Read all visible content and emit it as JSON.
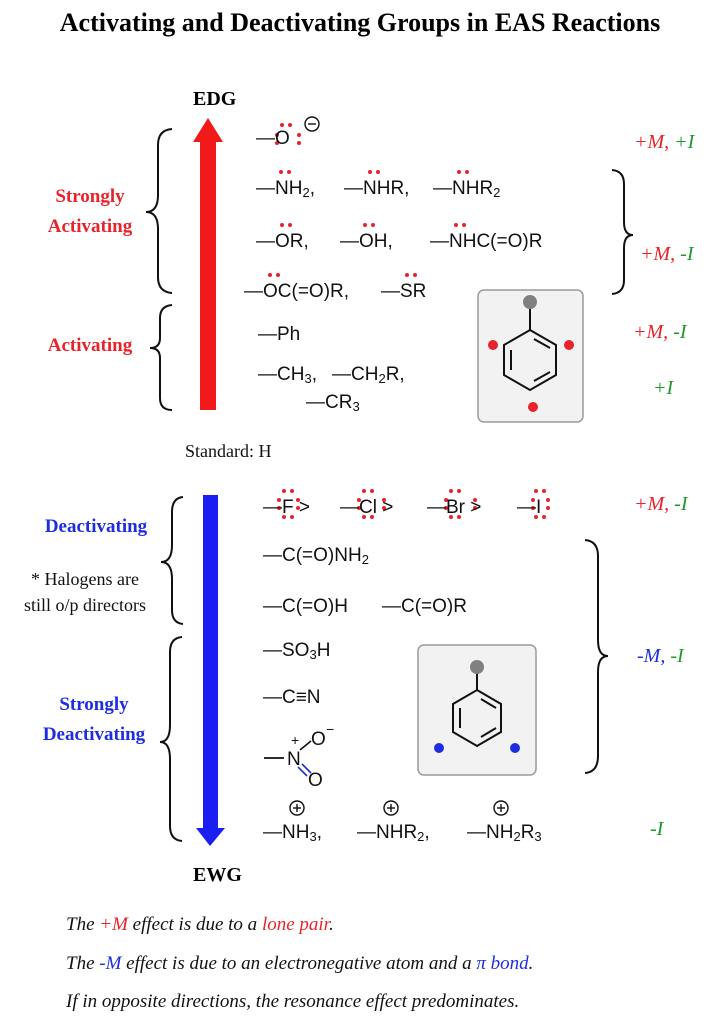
{
  "title": "Activating and Deactivating Groups in EAS Reactions",
  "axis": {
    "top": "EDG",
    "bottom": "EWG"
  },
  "standard": "Standard: H",
  "categories": {
    "strongly_activating": [
      "Strongly",
      "Activating"
    ],
    "activating": "Activating",
    "deactivating": "Deactivating",
    "halogen_note": [
      "* Halogens are",
      "still o/p directors"
    ],
    "strongly_deactivating": [
      "Strongly",
      "Deactivating"
    ]
  },
  "groups": {
    "oxide": "—O",
    "nh2": "—NH",
    "nhr": "—NHR,",
    "nhr2": "—NHR",
    "or": "—OR,",
    "oh": "—OH,",
    "nhcor": "—NHC(=O)R",
    "ocor": "—OC(=O)R,",
    "sr": "—SR",
    "ph": "—Ph",
    "ch3": "—CH",
    "ch2r": "—CH",
    "cr3": "—CR",
    "f": "—F",
    "cl": "—Cl",
    "br": "—Br",
    "i": "—I",
    "conh2": "—C(=O)NH",
    "cooh": "—C(=O)H",
    "cor": "—C(=O)R",
    "so3h": "—SO",
    "cn": "—C≡N",
    "nh3": "—NH",
    "nhr2_plus": "—NHR",
    "nh2r3": "—NH"
  },
  "effects": {
    "e1_m": "+M,",
    "e1_i": "+I",
    "e2_m": "+M,",
    "e2_i": "-I",
    "e3_m": "+M,",
    "e3_i": "-I",
    "e4_i": "+I",
    "e5_m": "+M,",
    "e5_i": "-I",
    "e6_m": "-M,",
    "e6_i": "-I",
    "e7_i": "-I"
  },
  "footnotes": {
    "line1": {
      "a": "The ",
      "b": "+M",
      "c": " effect is due to a ",
      "d": "lone pair",
      "e": "."
    },
    "line2": {
      "a": "The ",
      "b": "-M",
      "c": " effect is due to an electronegative atom and a ",
      "d": "π bond",
      "e": "."
    },
    "line3": "If in opposite directions, the resonance effect predominates."
  },
  "colors": {
    "red": "#e8232a",
    "blue": "#1f2de0",
    "green": "#1d9a2a",
    "gray": "#808080"
  }
}
